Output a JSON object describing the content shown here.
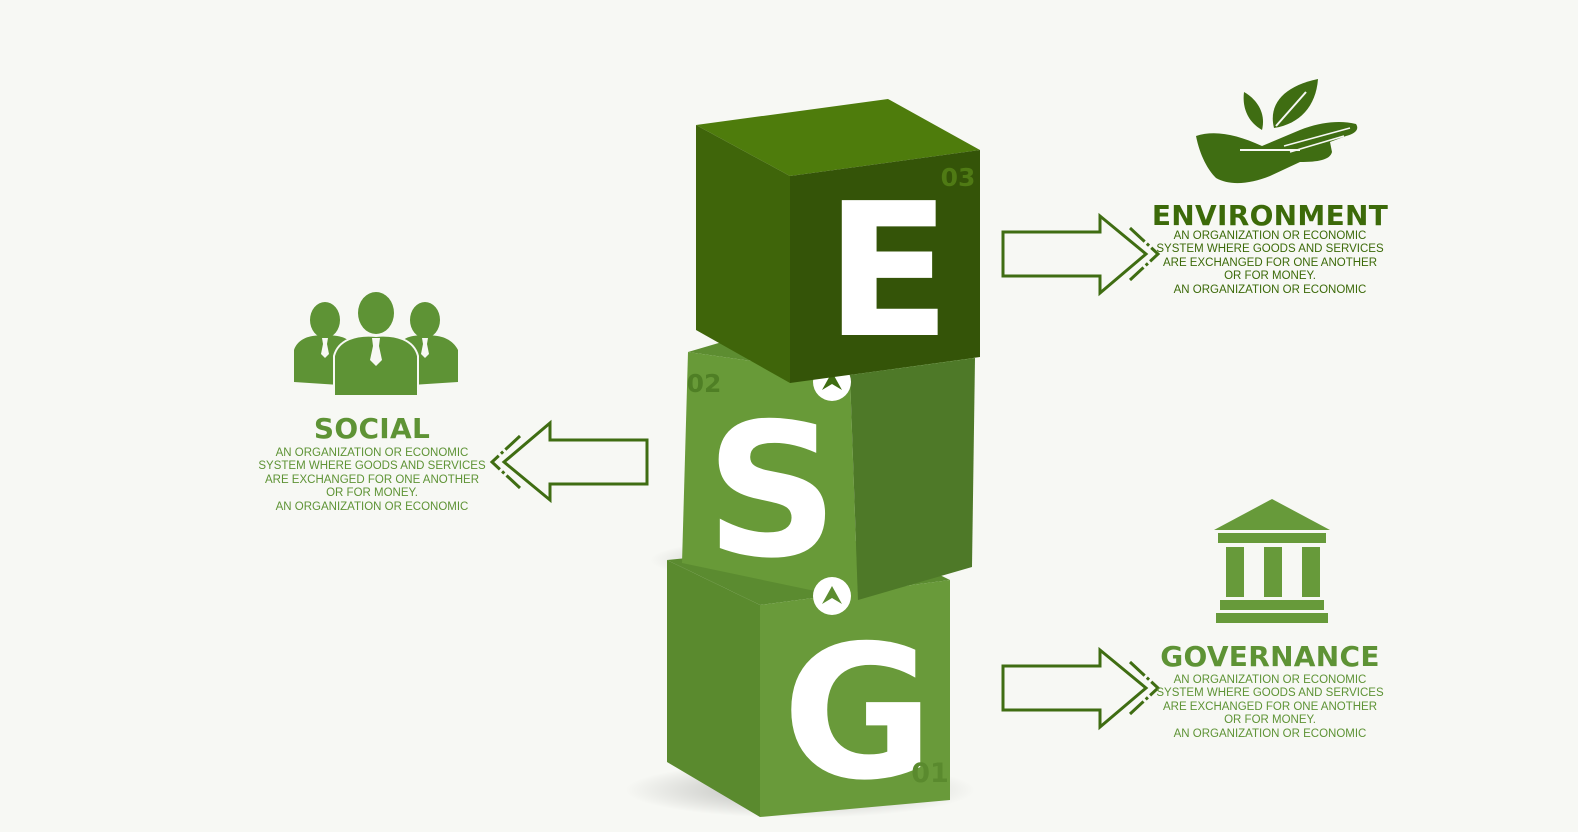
{
  "colors": {
    "cube_top_dark": "#4e7c0c",
    "cube_front_dark": "#3d600a",
    "cube_side_dark": "#335307",
    "cube_green": "#679738",
    "cube_green_side": "#4f7a28",
    "text_dark": "#3c6a09",
    "text_mid": "#5e9335",
    "arrow": "#3f6d12"
  },
  "cubes": [
    {
      "letter": "E",
      "number": "03"
    },
    {
      "letter": "S",
      "number": "02"
    },
    {
      "letter": "G",
      "number": "01"
    }
  ],
  "sections": {
    "environment": {
      "icon": "leaf-in-hand-icon",
      "title": "ENVIRONMENT",
      "lines": [
        "AN ORGANIZATION OR ECONOMIC",
        "SYSTEM WHERE GOODS AND SERVICES",
        "ARE EXCHANGED FOR ONE ANOTHER",
        "OR FOR MONEY.",
        "AN ORGANIZATION OR ECONOMIC"
      ]
    },
    "social": {
      "icon": "people-group-icon",
      "title": "SOCIAL",
      "lines": [
        "AN ORGANIZATION OR ECONOMIC",
        "SYSTEM WHERE GOODS AND SERVICES",
        "ARE EXCHANGED FOR ONE ANOTHER",
        "OR FOR MONEY.",
        "AN ORGANIZATION OR ECONOMIC"
      ]
    },
    "governance": {
      "icon": "government-building-icon",
      "title": "GOVERNANCE",
      "lines": [
        "AN ORGANIZATION OR ECONOMIC",
        "SYSTEM WHERE GOODS AND SERVICES",
        "ARE EXCHANGED FOR ONE ANOTHER",
        "OR FOR MONEY.",
        "AN ORGANIZATION OR ECONOMIC"
      ]
    }
  }
}
